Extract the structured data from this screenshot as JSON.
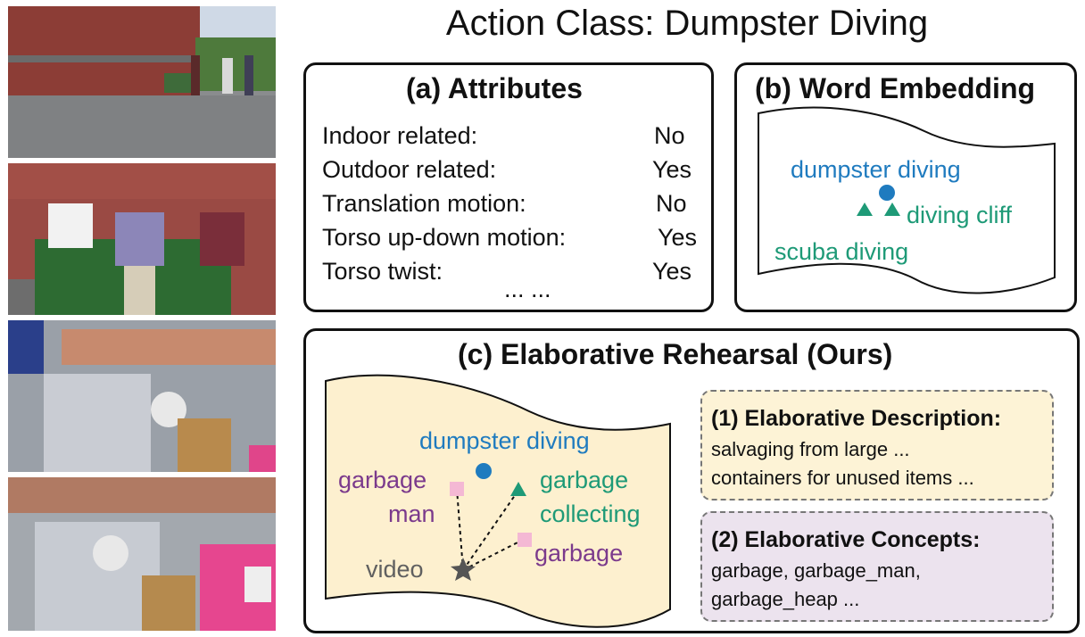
{
  "title": "Action Class: Dumpster Diving",
  "panel_a": {
    "title": "(a) Attributes",
    "rows": [
      {
        "name": "Indoor related:",
        "value": "No"
      },
      {
        "name": "Outdoor related:",
        "value": "Yes"
      },
      {
        "name": "Translation motion:",
        "value": "No"
      },
      {
        "name": "Torso up-down motion:",
        "value": "Yes"
      },
      {
        "name": "Torso twist:",
        "value": "Yes"
      }
    ],
    "more": "... ..."
  },
  "panel_b": {
    "title": "(b) Word Embedding",
    "labels": {
      "dumpster_diving": "dumpster diving",
      "diving_cliff": "diving cliff",
      "scuba_diving": "scuba diving"
    }
  },
  "panel_c": {
    "title": "(c) Elaborative Rehearsal (Ours)",
    "labels": {
      "dumpster_diving": "dumpster diving",
      "garbage_man_1": "garbage",
      "garbage_man_2": "man",
      "garbage_collecting_1": "garbage",
      "garbage_collecting_2": "collecting",
      "garbage": "garbage",
      "video": "video"
    },
    "description": {
      "heading": "(1) Elaborative Description:",
      "line1": "salvaging from large ...",
      "line2": "containers for unused items ..."
    },
    "concepts": {
      "heading": "(2) Elaborative Concepts:",
      "line1": "garbage, garbage_man,",
      "line2": "garbage_heap ..."
    }
  },
  "colors": {
    "blue": "#1f7bbf",
    "teal": "#1e9a77",
    "purple": "#7b3a8c",
    "pink_marker": "#f4b8d4",
    "star": "#555555",
    "flag_fill": "#fdf0cf",
    "desc_box": "#fdf3d6",
    "concept_box": "#ece3ee"
  }
}
